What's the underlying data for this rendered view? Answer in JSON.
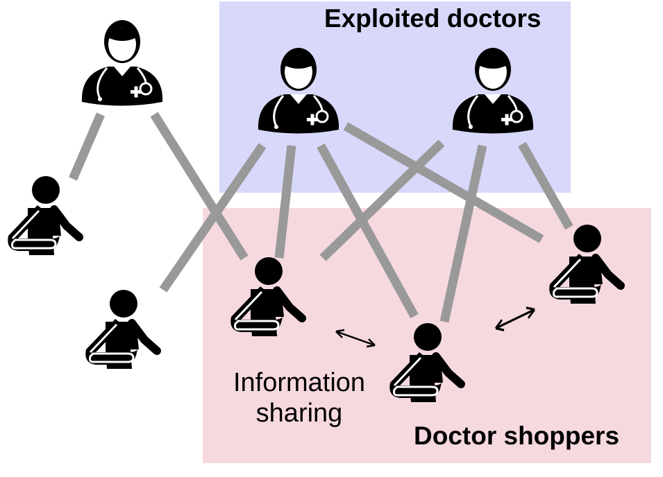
{
  "regions": {
    "exploited_doctors_label": "Exploited doctors",
    "doctor_shoppers_label": "Doctor shoppers"
  },
  "annotation": {
    "information_sharing": "Information sharing"
  },
  "colors": {
    "doctors_region": "#d8d8fb",
    "shoppers_region": "#f6d9df",
    "connection": "#999999",
    "icon": "#000000"
  },
  "icons": {
    "doctor": "doctor-icon",
    "patient": "patient-arm-sling-icon",
    "exchange": "double-arrow-icon"
  }
}
